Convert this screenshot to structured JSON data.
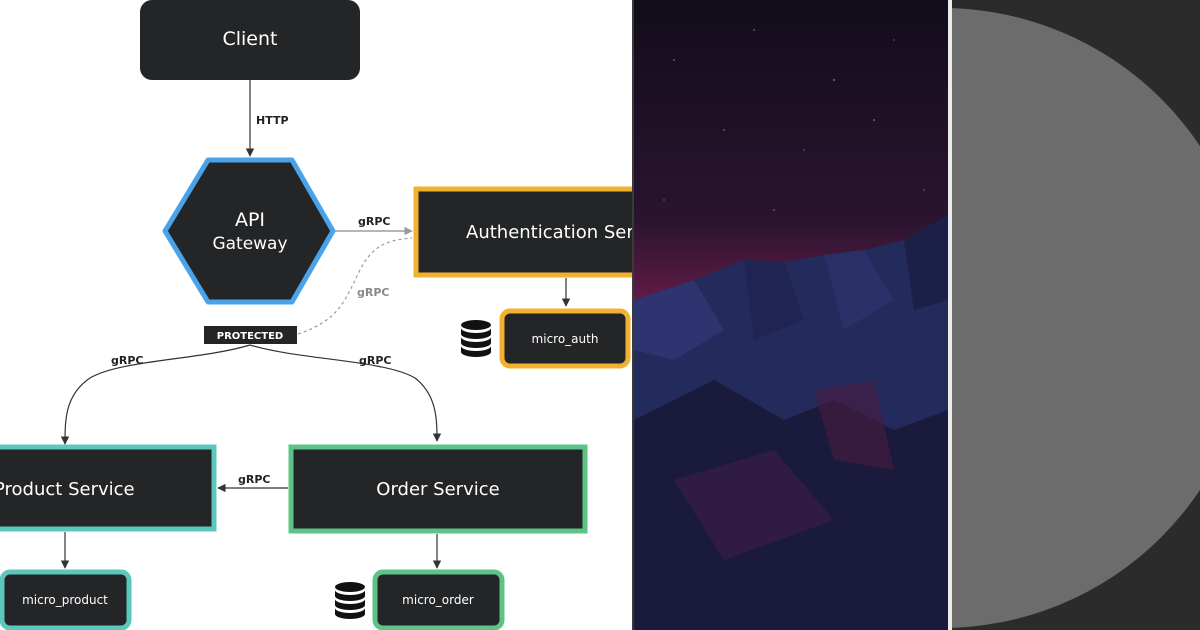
{
  "diagram": {
    "nodes": {
      "client": "Client",
      "gateway_line1": "API",
      "gateway_line2": "Gateway",
      "auth_service": "Authentication Service",
      "micro_auth": "micro_auth",
      "product_service": "Product Service",
      "order_service": "Order Service",
      "micro_product": "micro_product",
      "micro_order": "micro_order"
    },
    "badges": {
      "protected": "PROTECTED"
    },
    "edges": {
      "client_gateway": "HTTP",
      "gateway_auth": "gRPC",
      "protected_auth_dashed": "gRPC",
      "gateway_product": "gRPC",
      "gateway_order": "gRPC",
      "order_product": "gRPC"
    },
    "icons": {
      "database": "database-icon"
    },
    "colors": {
      "node_fill": "#232527",
      "gateway_border": "#4aa3e8",
      "auth_border": "#f2b12e",
      "product_border": "#5cc7bd",
      "order_border": "#5cc486",
      "edge": "#333333",
      "dashed_edge": "#9a9a9a"
    }
  }
}
